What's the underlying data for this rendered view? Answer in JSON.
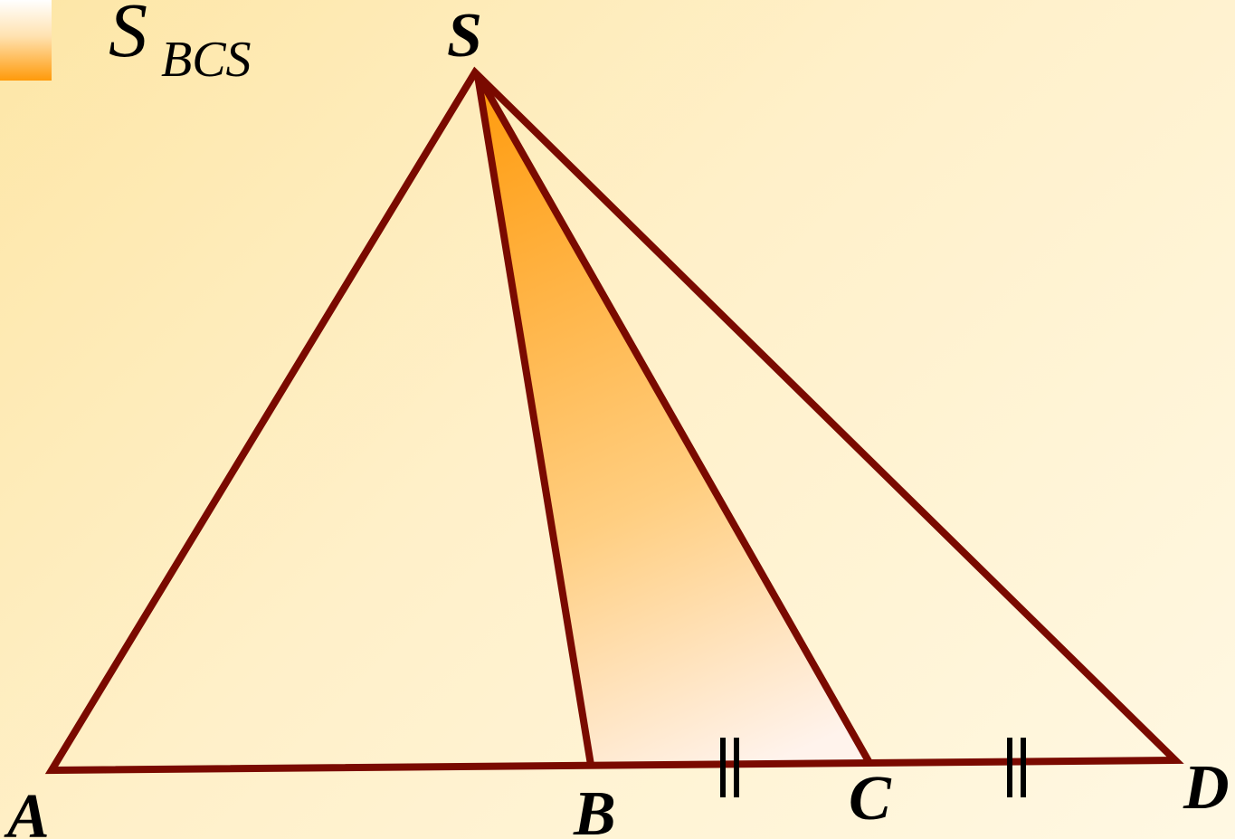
{
  "legend": {
    "symbol": "S",
    "subscript": "BCS",
    "swatch_gradient_top": "#ffffff",
    "swatch_gradient_bottom": "#ff9a0a"
  },
  "points": {
    "S": "S",
    "A": "A",
    "B": "B",
    "C": "C",
    "D": "D"
  },
  "colors": {
    "stroke": "#7a0a00",
    "shade_top": "#ff9d12",
    "shade_bottom": "#ffffff",
    "tick_marks": "#000000"
  },
  "annotations": {
    "equal_segments": [
      "BC",
      "CD"
    ]
  }
}
